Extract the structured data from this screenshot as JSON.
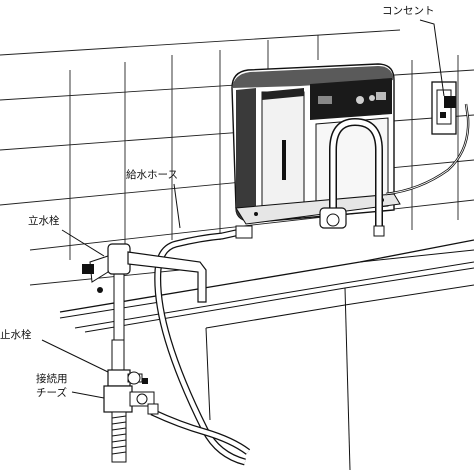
{
  "labels": {
    "outlet": "コンセント",
    "supply_hose": "給水ホース",
    "faucet": "立水栓",
    "stop_valve": "止水栓",
    "connector_tee": [
      "接続用",
      "チーズ"
    ]
  },
  "colors": {
    "line": "#111111",
    "unit_dark": "#3a3a3a",
    "panel_black": "#1a1a1a",
    "background": "#ffffff"
  }
}
